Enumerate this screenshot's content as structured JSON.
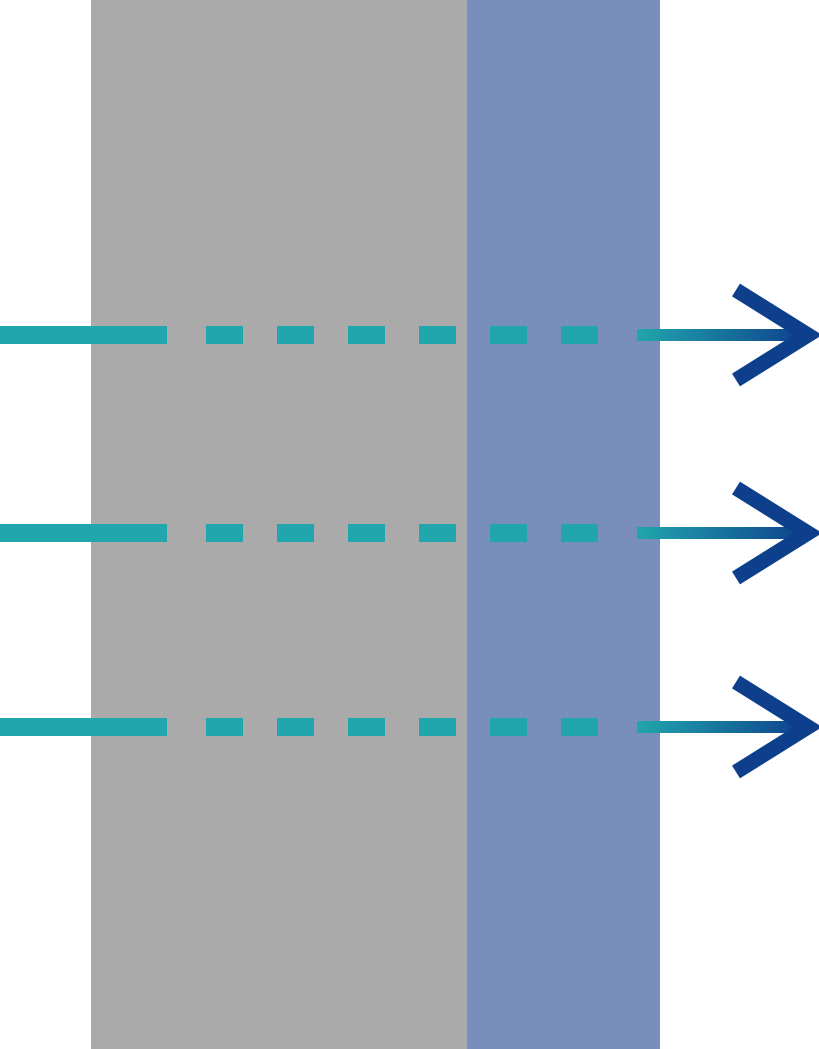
{
  "diagram": {
    "layers": [
      {
        "name": "gray-layer",
        "color": "#aaaaaa"
      },
      {
        "name": "blue-layer",
        "color": "#788fbe"
      }
    ],
    "arrows": [
      {
        "name": "arrow-1"
      },
      {
        "name": "arrow-2"
      },
      {
        "name": "arrow-3"
      }
    ],
    "colors": {
      "beam": "#21a6ad",
      "arrow_head": "#0d3f8c",
      "background": "#ffffff"
    }
  }
}
